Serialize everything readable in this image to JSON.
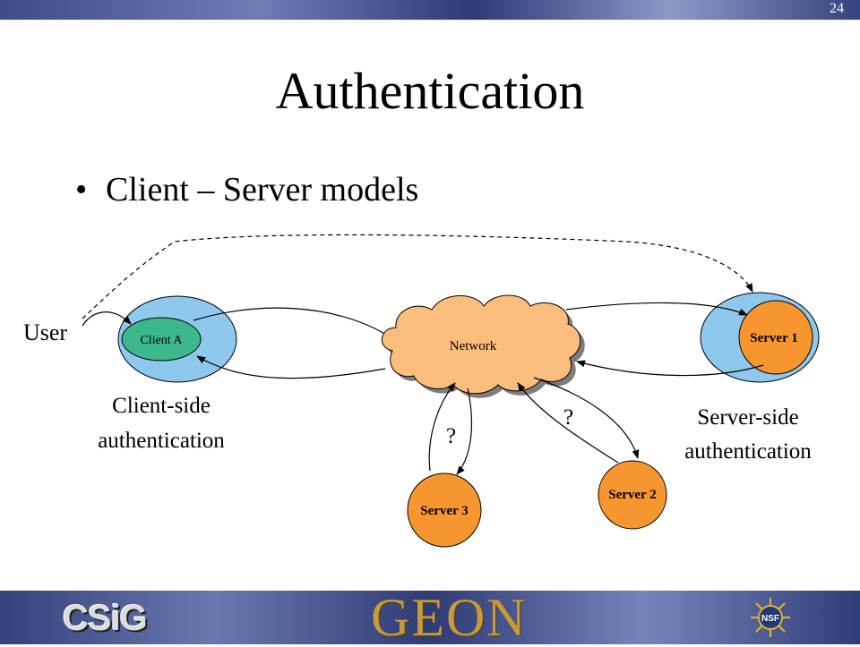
{
  "slide": {
    "number": "24",
    "title": "Authentication"
  },
  "bullet": {
    "text": "Client – Server models"
  },
  "diagram": {
    "user_label": "User",
    "client_a": "Client A",
    "network": "Network",
    "server1": "Server 1",
    "server2": "Server 2",
    "server3": "Server 3",
    "client_side_line1": "Client-side",
    "client_side_line2": "authentication",
    "server_side_line1": "Server-side",
    "server_side_line2": "authentication",
    "question_left": "?",
    "question_right": "?"
  },
  "footer": {
    "logo_left": "CSiG",
    "logo_center": "GEON",
    "logo_right": "NSF"
  },
  "colors": {
    "ellipse_blue": "#8ec8ec",
    "client_green": "#3db88c",
    "server_orange": "#f7962e",
    "cloud": "#fbbd7c"
  }
}
